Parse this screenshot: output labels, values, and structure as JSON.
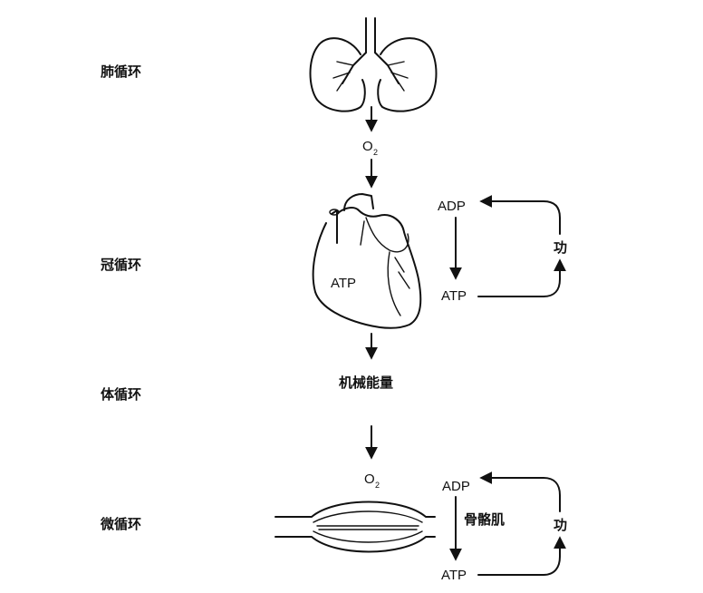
{
  "left_labels": {
    "pulmonary": "肺循环",
    "coronary": "冠循环",
    "systemic": "体循环",
    "micro": "微循环"
  },
  "center": {
    "o2_top": "O",
    "o2_top_sub": "2",
    "heart_atp": "ATP",
    "mechanical_energy": "机械能量",
    "o2_bottom": "O",
    "o2_bottom_sub": "2",
    "muscle_label": "骨骼肌"
  },
  "cycle_heart": {
    "adp": "ADP",
    "atp": "ATP",
    "work": "功"
  },
  "cycle_muscle": {
    "adp": "ADP",
    "atp": "ATP",
    "work": "功"
  }
}
